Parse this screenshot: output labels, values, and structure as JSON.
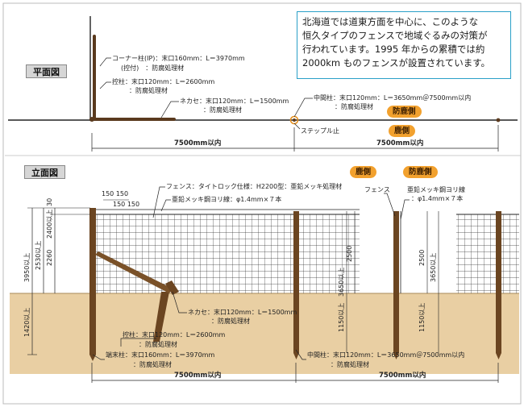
{
  "note": {
    "lines": [
      "北海道では道東方面を中心に、このような",
      "恒久タイプのフェンスで地域ぐるみの対策が",
      "行われています。1995 年からの累積では約",
      "2000km ものフェンスが設置されています。"
    ]
  },
  "plan": {
    "title": "平面図",
    "corner_post": "コーナー柱(IP)：末口160mm：L＝3970mm",
    "corner_post_sub": "(控付)　：防腐処理材",
    "brace_post": "控柱：末口120mm：L＝2600mm",
    "brace_post_sub": "：防腐処理材",
    "rail": "ネカセ：末口120mm：L＝1500mm",
    "rail_sub": "：防腐処理材",
    "mid_post": "中間柱：末口120mm：L＝3650mm＠7500mm以内",
    "mid_post_sub": "：防腐処理材",
    "staple": "ステップル止",
    "deer_side": "防鹿側",
    "deer_side2": "鹿側",
    "span1": "7500mm以内",
    "span2": "7500mm以内"
  },
  "elev": {
    "title": "立面図",
    "deer_side": "鹿側",
    "deer_side2": "防鹿側",
    "fence": "フェンス：タイトロック仕様：H2200型：亜鉛メッキ処理材",
    "wire": "亜鉛メッキ鋼ヨリ線：φ1.4mm×７本",
    "mesh_top1": "150 150",
    "mesh_top2": "150 150",
    "rail": "ネカセ：末口120mm：L＝1500mm",
    "rail_sub": "：防腐処理材",
    "brace_post": "控柱：末口120mm：L＝2600mm",
    "brace_post_sub": "：防腐処理材",
    "end_post": "端末柱：末口160mm：L＝3970mm",
    "end_post_sub": "：防腐処理材",
    "mid_post": "中間柱：末口120mm：L＝3650mm＠7500mm以内",
    "mid_post_sub": "：防腐処理材",
    "span1": "7500mm以内",
    "span2": "7500mm以内",
    "d3950": "3950以上",
    "d2530": "2530以上",
    "d2260": "2260",
    "d2400": "2400以上",
    "d30": "30",
    "d1420": "1420以上",
    "d2500a": "2500",
    "d3650a": "3650以上",
    "d1150a": "1150以上",
    "side_fence": "フェンス",
    "side_wire": "亜鉛メッキ鋼ヨリ線",
    "side_wire_sub": "：φ1.4mm×７本",
    "d2500b": "2500",
    "d3650b": "3650以上",
    "d1150b": "1150以上"
  }
}
